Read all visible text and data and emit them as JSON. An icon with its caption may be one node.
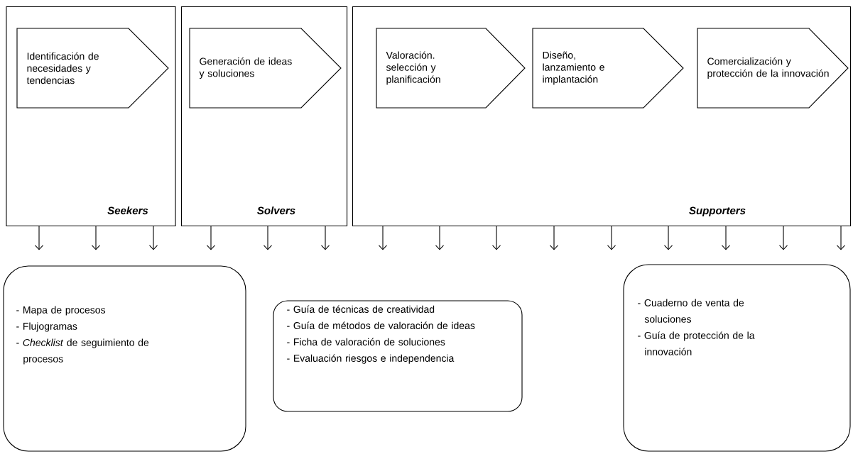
{
  "diagram": {
    "nodes": [
      {
        "text": [
          "Seekers"
        ]
      },
      {
        "text": [
          "Identificación de necesidades y tendencias"
        ],
        "in": 0
      },
      {
        "text": [
          "Solvers"
        ]
      },
      {
        "text": [
          "Generación de ideas y soluciones"
        ],
        "in": 2
      },
      {
        "text": [
          "Supporters"
        ]
      },
      {
        "text": [
          "Valoración. selección y planificación"
        ],
        "in": 4
      },
      {
        "text": [
          "Diseño, lanzamiento e implantación"
        ],
        "in": 4
      },
      {
        "text": [
          "Comercialización y protección de la innovación"
        ],
        "in": 4
      },
      {
        "text": [
          "- Mapa de procesos",
          "- Flujogramas",
          "- *Checklist* de seguimiento de procesos"
        ]
      },
      {
        "text": [
          "- Guía de técnicas de creatividad",
          "- Guía de métodos de valoración de ideas",
          "- Ficha de valoración de soluciones",
          "- Evaluación riesgos e independencia"
        ]
      },
      {
        "text": [
          "- Cuaderno de venta de soluciones",
          "- Guía de protección de la innovación"
        ]
      }
    ],
    "edges": [
      {
        "from": 0,
        "to": null,
        "arrow": "to"
      },
      {
        "from": 0,
        "to": null,
        "arrow": "to"
      },
      {
        "from": 0,
        "to": null,
        "arrow": "to"
      },
      {
        "from": 2,
        "to": null,
        "arrow": "to"
      },
      {
        "from": 2,
        "to": null,
        "arrow": "to"
      },
      {
        "from": 2,
        "to": null,
        "arrow": "to"
      },
      {
        "from": 4,
        "to": null,
        "arrow": "to"
      },
      {
        "from": 4,
        "to": null,
        "arrow": "to"
      },
      {
        "from": 4,
        "to": null,
        "arrow": "to"
      },
      {
        "from": 4,
        "to": null,
        "arrow": "to"
      },
      {
        "from": 4,
        "to": null,
        "arrow": "to"
      },
      {
        "from": 4,
        "to": null,
        "arrow": "to"
      },
      {
        "from": 4,
        "to": null,
        "arrow": "to"
      },
      {
        "from": 4,
        "to": null,
        "arrow": "to"
      },
      {
        "from": 4,
        "to": null,
        "arrow": "to"
      }
    ]
  }
}
